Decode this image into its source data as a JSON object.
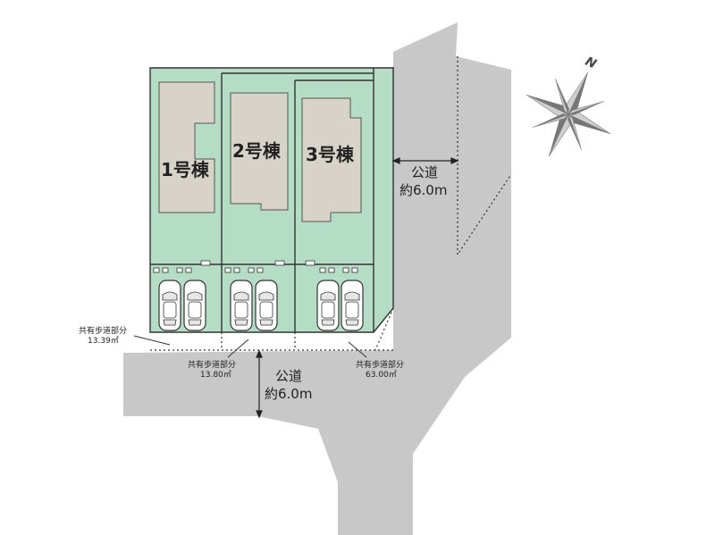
{
  "colors": {
    "road": "#c8c8c8",
    "lot": "#b5dcc4",
    "building": "#d8d3c8",
    "outline": "#333333",
    "compass": "#777777"
  },
  "compass": {
    "north_label": "N"
  },
  "lots": [
    {
      "label": "1号棟"
    },
    {
      "label": "2号棟"
    },
    {
      "label": "3号棟"
    }
  ],
  "roads": {
    "east": {
      "name": "公道",
      "width": "約6.0m"
    },
    "south": {
      "name": "公道",
      "width": "約6.0m"
    }
  },
  "shared_walkways": [
    {
      "label": "共有歩道部分",
      "area": "13.39㎡"
    },
    {
      "label": "共有歩道部分",
      "area": "13.80㎡"
    },
    {
      "label": "共有歩道部分",
      "area": "63.00㎡"
    }
  ],
  "parking": {
    "cars_per_lot": 2,
    "icon": "car-icon"
  }
}
